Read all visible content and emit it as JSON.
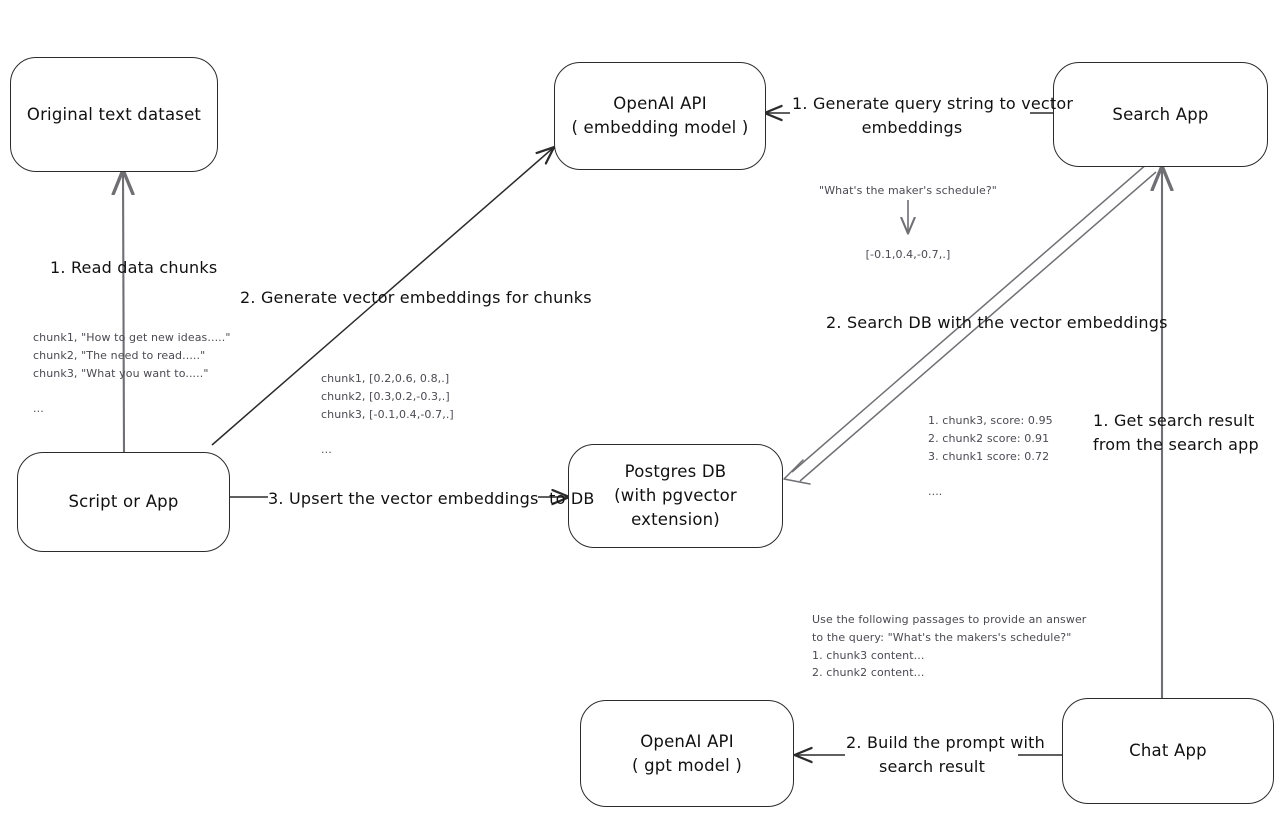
{
  "diagram": {
    "title": "Vector search RAG architecture (hand-drawn flow diagram)",
    "nodes": {
      "original_dataset": {
        "line1": "Original text dataset",
        "line2": ""
      },
      "openai_embedding": {
        "line1": "OpenAI API",
        "line2": "( embedding model )"
      },
      "search_app": {
        "line1": "Search App",
        "line2": ""
      },
      "script_or_app": {
        "line1": "Script or App",
        "line2": ""
      },
      "postgres_db": {
        "line1": "Postgres DB",
        "line2": "(with pgvector extension)"
      },
      "openai_gpt": {
        "line1": "OpenAI API",
        "line2": "( gpt model )"
      },
      "chat_app": {
        "line1": "Chat App",
        "line2": ""
      }
    },
    "edge_labels": {
      "read_data_chunks": "1. Read data chunks",
      "generate_vector_embeddings": "2. Generate vector embeddings for chunks",
      "upsert_to_db": "3. Upsert the vector embeddings  to DB",
      "generate_query_string": "1. Generate query string to vector\nembeddings",
      "search_db": "2. Search DB with the vector embeddings",
      "get_search_result": "1. Get search result\nfrom the search app",
      "build_prompt": "2. Build the prompt with\nsearch result"
    },
    "notes": {
      "raw_chunks": "chunk1, \"How to get new ideas.....\"\nchunk2, \"The need to read.....\"\nchunk3, \"What you want to.....\"\n\n...",
      "chunk_vectors": "chunk1, [0.2,0.6, 0.8,.]\nchunk2, [0.3,0.2,-0.3,.]\nchunk3, [-0.1,0.4,-0.7,.]\n\n...",
      "query_string": "\"What's the maker's schedule?\"",
      "query_vector": "[-0.1,0.4,-0.7,.]",
      "search_scores": "1. chunk3, score: 0.95\n2. chunk2 score: 0.91\n3. chunk1 score: 0.72\n\n....",
      "prompt_text": "Use the following passages to provide an answer\nto the query: \"What's the makers's schedule?\"\n1. chunk3 content...\n2. chunk2 content..."
    },
    "colors": {
      "stroke": "#2b2b2b",
      "arrow_gray": "#6f6f74",
      "note_text": "#4a4a52",
      "label_text": "#111111",
      "background": "#ffffff"
    }
  }
}
